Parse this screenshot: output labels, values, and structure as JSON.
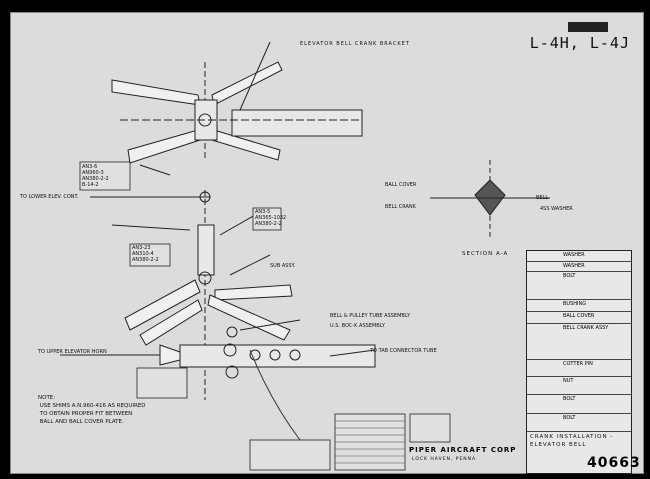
{
  "drawing": {
    "model": "L-4H, L-4J",
    "title_callout": "ELEVATOR BELL CRANK BRACKET",
    "section_label": "SECTION A-A",
    "note": "NOTE:\n USE SHIMS A.N.960-416 AS REQUIRED\n TO OBTAIN PROPER FIT BETWEEN\n BALL AND BALL COVER PLATE.",
    "part_callouts": [
      "AN3-6",
      "AN960-3",
      "AN380-2-2",
      "B-14-2",
      "TO LOWER ELEV. CONT.",
      "AN3-5",
      "AN365-1032",
      "AN380-2-2",
      "AN3-23",
      "AN310-4",
      "AN380-2-2",
      "SUB ASSY.",
      "TO UPPER ELEVATOR HORN",
      "BELL & PULLEY TUBE ASSEMBLY",
      "U.S. BOC-K ASSEMBLY",
      "TO TAB CONNECTOR TUBE",
      "BALL COVER",
      "BELL CRANK",
      "BELL",
      "4SS WASHER"
    ]
  },
  "title_block": {
    "header": "WASHER",
    "rows": [
      {
        "num": "",
        "desc": "WASHER"
      },
      {
        "num": "",
        "desc": "BOLT"
      },
      {
        "num": "",
        "desc": "BUSHING"
      },
      {
        "num": "",
        "desc": "BALL COVER"
      },
      {
        "num": "",
        "desc": "BELL CRANK ASSY"
      },
      {
        "num": "",
        "desc": "COTTER PIN"
      },
      {
        "num": "",
        "desc": "NUT"
      },
      {
        "num": "",
        "desc": "BOLT"
      },
      {
        "num": "",
        "desc": "BOLT"
      }
    ],
    "title": "CRANK INSTALLATION - ELEVATOR BELL",
    "dwg_no": "40663"
  },
  "company": {
    "name": "PIPER AIRCRAFT CORP",
    "sub": "LOCK HAVEN, PENNA."
  }
}
